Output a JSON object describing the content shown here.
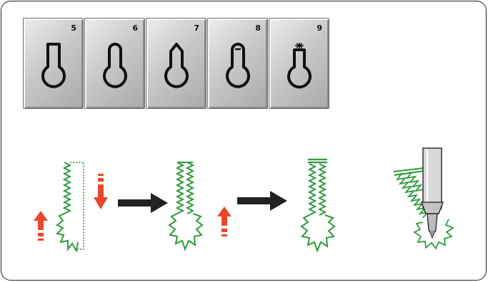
{
  "pattern_buttons": [
    {
      "number": "5",
      "shape": "square-top-keyhole-icon"
    },
    {
      "number": "6",
      "shape": "round-top-keyhole-icon"
    },
    {
      "number": "7",
      "shape": "pointed-top-keyhole-icon"
    },
    {
      "number": "8",
      "shape": "bartack-top-keyhole-icon"
    },
    {
      "number": "9",
      "shape": "tapered-keyhole-icon"
    }
  ],
  "colors": {
    "stitch": "#2e9a3e",
    "arrow_motion": "#e8472f",
    "arrow_sequence": "#222222",
    "frame": "#222222"
  }
}
